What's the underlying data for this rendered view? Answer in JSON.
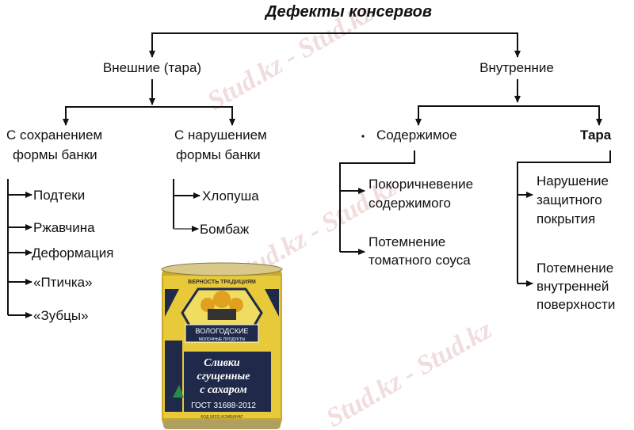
{
  "title": "Дефекты консервов",
  "watermark": "Stud.kz - Stud.kz",
  "level1": {
    "external": "Внешние (тара)",
    "internal": "Внутренние"
  },
  "external": {
    "preserved": {
      "line1": "С сохранением",
      "line2": "формы банки",
      "items": [
        "Подтеки",
        "Ржавчина",
        "Деформация",
        "«Птичка»",
        "«Зубцы»"
      ]
    },
    "broken": {
      "line1": "С нарушением",
      "line2": "формы банки",
      "items": [
        "Хлопуша",
        "Бомбаж"
      ]
    }
  },
  "internal": {
    "contents": {
      "label": "Содержимое",
      "items": [
        [
          "Покоричневение",
          "содержимого"
        ],
        [
          "Потемнение",
          "томатного соуса"
        ]
      ]
    },
    "container": {
      "label": "Тара",
      "items": [
        [
          "Нарушение",
          "защитного",
          "покрытия"
        ],
        [
          "Потемнение",
          "внутренней",
          "поверхности"
        ]
      ]
    }
  },
  "can": {
    "top_text": "ВЕРНОСТЬ ТРАДИЦИЯМ",
    "brand": "ВОЛОГОДСКИЕ",
    "brand_sub": "МОЛОЧНЫЕ ПРОДУКТЫ",
    "product": [
      "Сливки",
      "сгущенные",
      "с сахаром"
    ],
    "gost": "ГОСТ 31688-2012",
    "bottom_text": "КОД (М23) КОМБИНАТ",
    "colors": {
      "yellow": "#e8c93a",
      "navy": "#1f2a4a"
    }
  }
}
